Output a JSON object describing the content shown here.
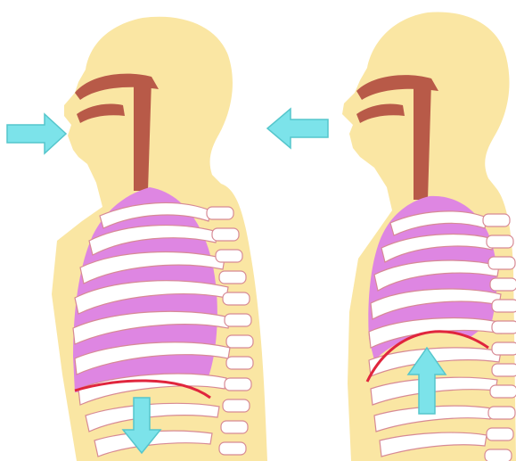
{
  "figures": [
    {
      "phase": "inhalation",
      "air_flow": "in",
      "diaphragm_motion": "down"
    },
    {
      "phase": "exhalation",
      "air_flow": "out",
      "diaphragm_motion": "up"
    }
  ],
  "colors": {
    "skin": "#fae6a3",
    "airway": "#b85a48",
    "lung": "#de86e2",
    "ribs": "#ffffff",
    "rib_outline": "#d78a95",
    "diaphragm": "#e0253d",
    "arrow": "#7ce3ea",
    "arrow_outline": "#55c6cc"
  },
  "icons": [
    "arrow-right-icon",
    "arrow-left-icon",
    "arrow-down-icon",
    "arrow-up-icon"
  ]
}
